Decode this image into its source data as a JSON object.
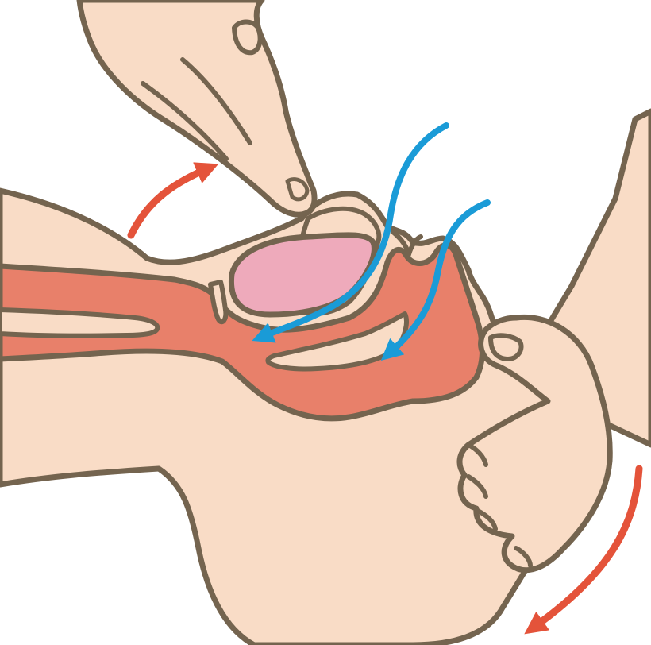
{
  "illustration": {
    "colors": {
      "background": "#ffffff",
      "skin": "#f9dcc6",
      "outline": "#74644f",
      "airway": "#e8806a",
      "tongue": "#eeaabb",
      "airflow_arrow": "#1a9bd7",
      "motion_arrow": "#e4533a"
    },
    "parts": [
      "head-profile",
      "upper-rescuer-hand",
      "lower-rescuer-hand",
      "airway-passage",
      "tongue",
      "airflow-arrows",
      "motion-arrows"
    ]
  }
}
